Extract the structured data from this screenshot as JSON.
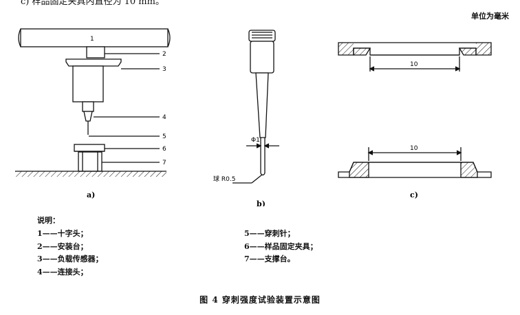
{
  "header": {
    "partial_text": "c) 样品固定夹具内直径为 10 mm。",
    "unit_note": "单位为毫米"
  },
  "figure_a": {
    "label": "a)",
    "callouts": [
      "1",
      "2",
      "3",
      "4",
      "5",
      "6",
      "7"
    ],
    "crosshead_label": "1"
  },
  "figure_b": {
    "label": "b)",
    "diameter_label": "Φ1",
    "ball_label": "球 R0.5"
  },
  "figure_c": {
    "label": "c)",
    "dim_top": "10",
    "dim_bottom": "10"
  },
  "legend": {
    "title": "说明：",
    "items_left": [
      "1——十字头；",
      "2——安装台；",
      "3——负载传感器；",
      "4——连接头；"
    ],
    "items_right": [
      "5——穿刺针；",
      "6——样品固定夹具；",
      "7——支撑台。"
    ]
  },
  "caption": "图 4 穿刺强度试验装置示意图"
}
